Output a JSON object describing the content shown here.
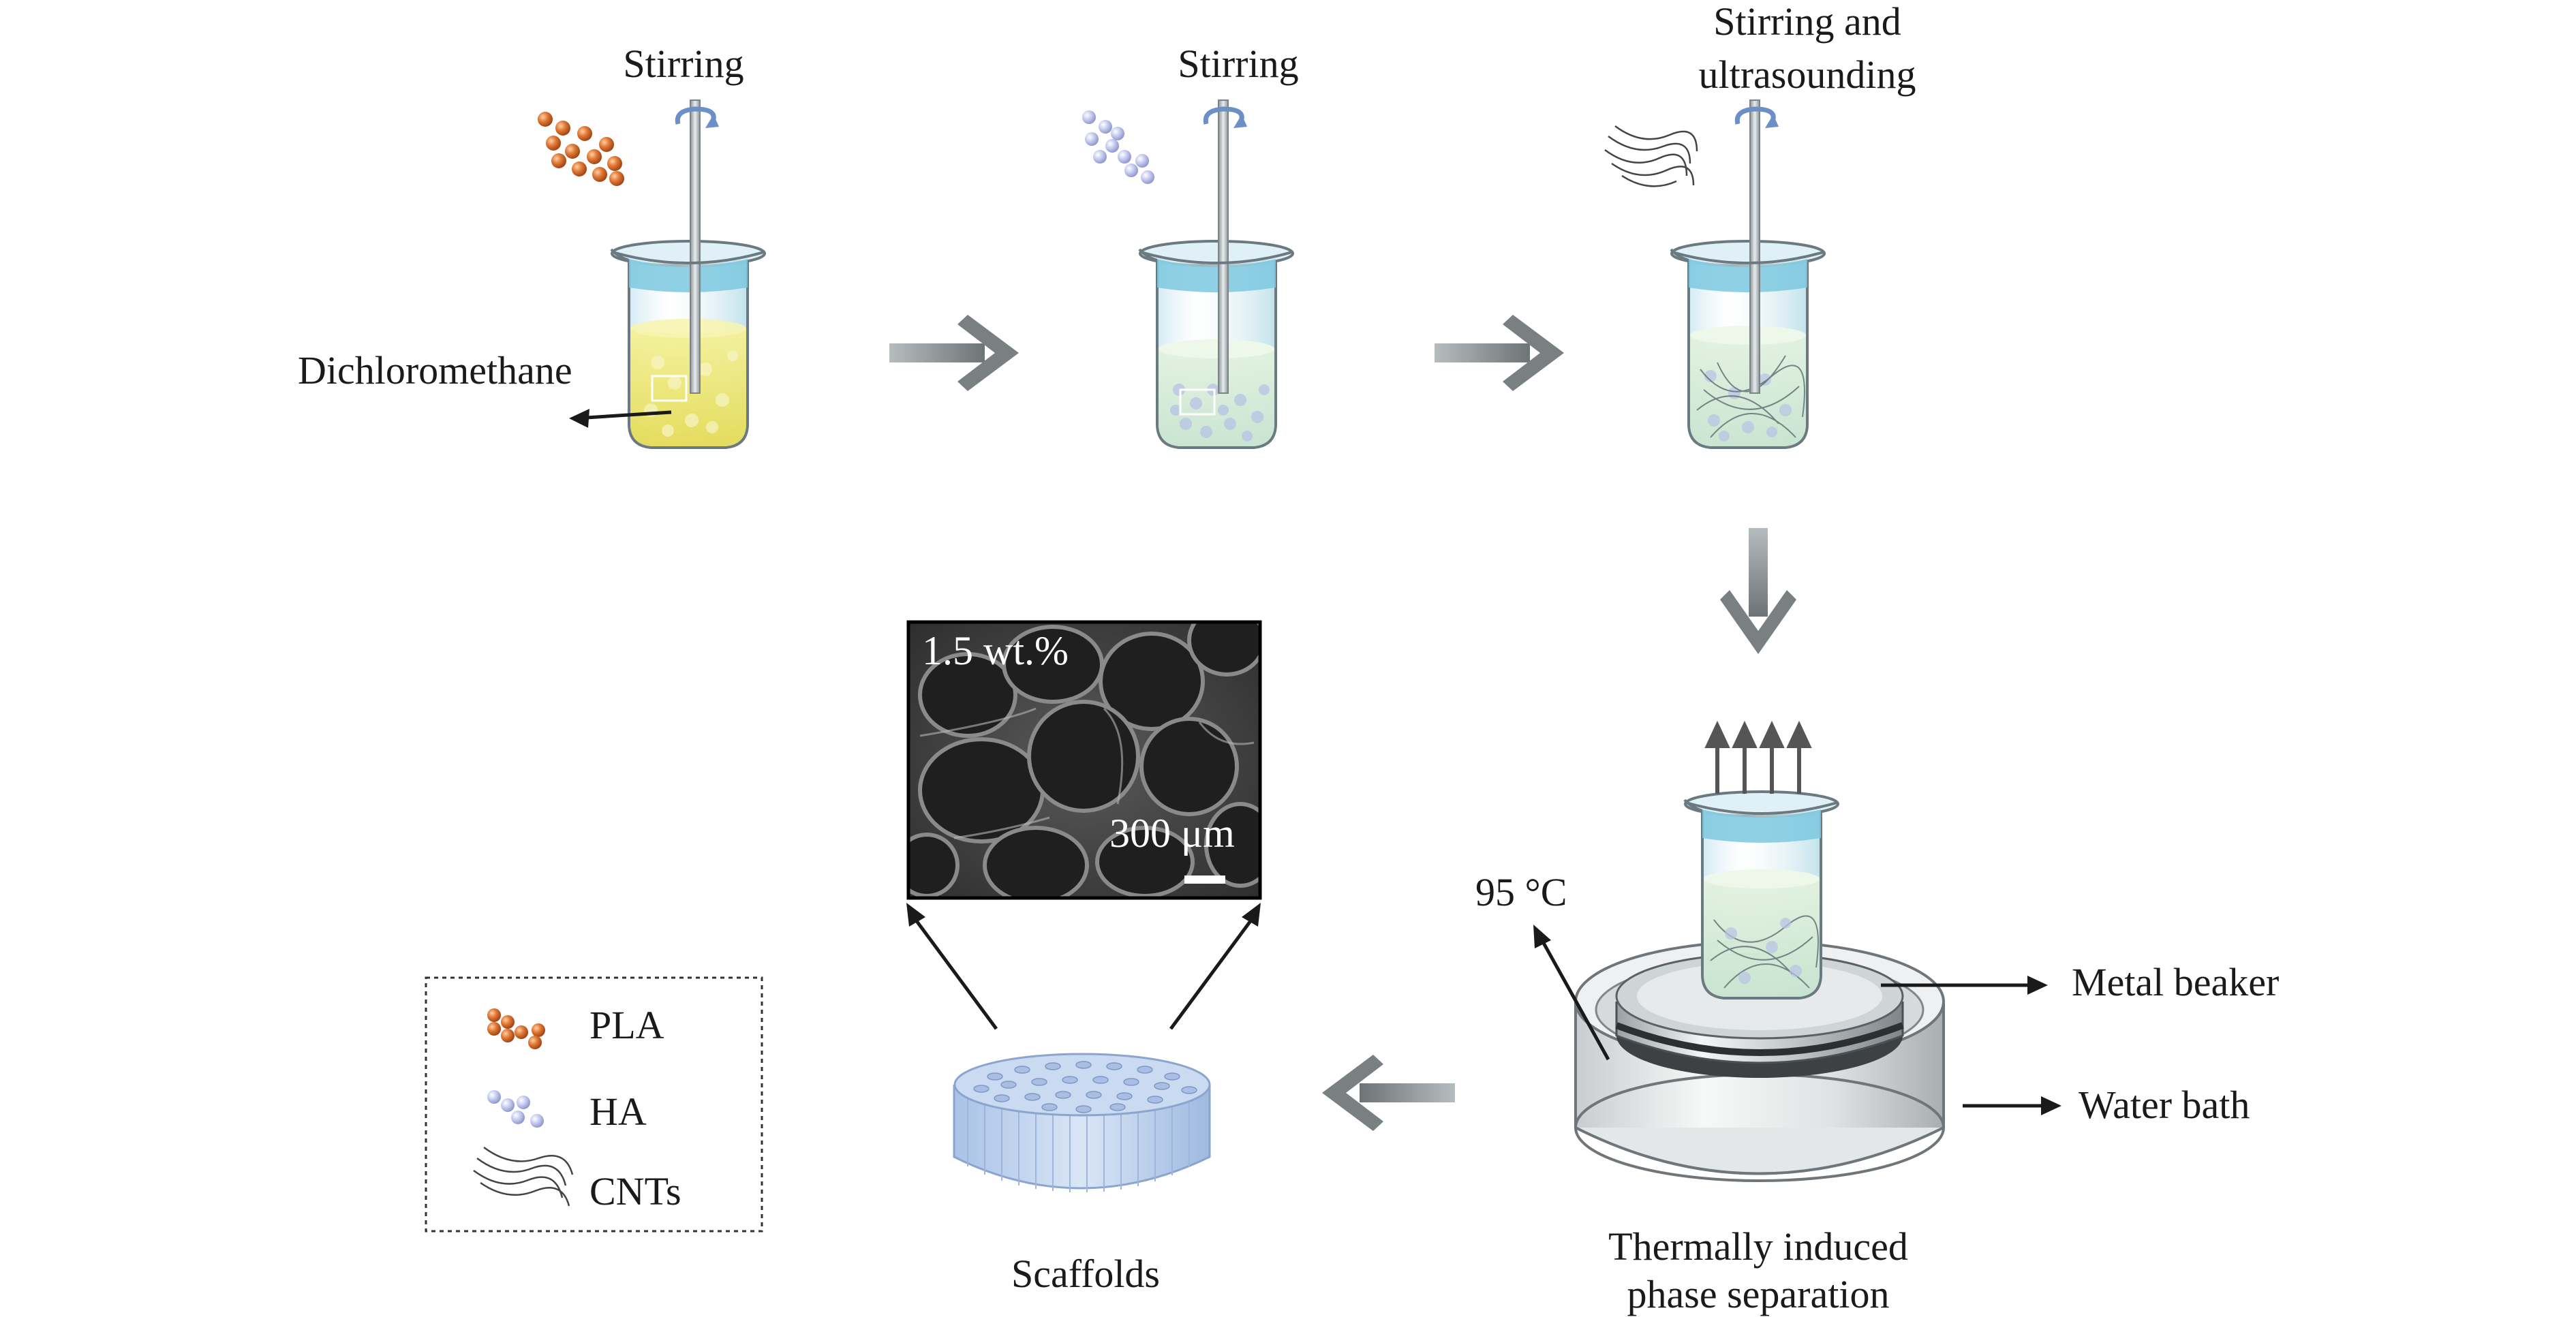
{
  "labels": {
    "stirring_1": "Stirring",
    "stirring_2": "Stirring",
    "stirring_3a": "Stirring and",
    "stirring_3b": "ultrasounding",
    "dichloromethane": "Dichloromethane",
    "temperature": "95 °C",
    "metal_beaker": "Metal beaker",
    "water_bath": "Water bath",
    "tips_a": "Thermally induced",
    "tips_b": "phase separation",
    "scaffolds": "Scaffolds"
  },
  "sem": {
    "concentration": "1.5 wt.%",
    "scale_bar": "300 μm"
  },
  "legend": {
    "items": [
      "PLA",
      "HA",
      "CNTs"
    ]
  },
  "colors": {
    "pla": "#d96b2a",
    "ha": "#b7bde6",
    "dichloromethane": "#eeea72",
    "mixture": "#d7ecd7",
    "water_top": "#5fbcd9",
    "arrow": "#8c9294",
    "scaffold": "#c6d8ef"
  }
}
